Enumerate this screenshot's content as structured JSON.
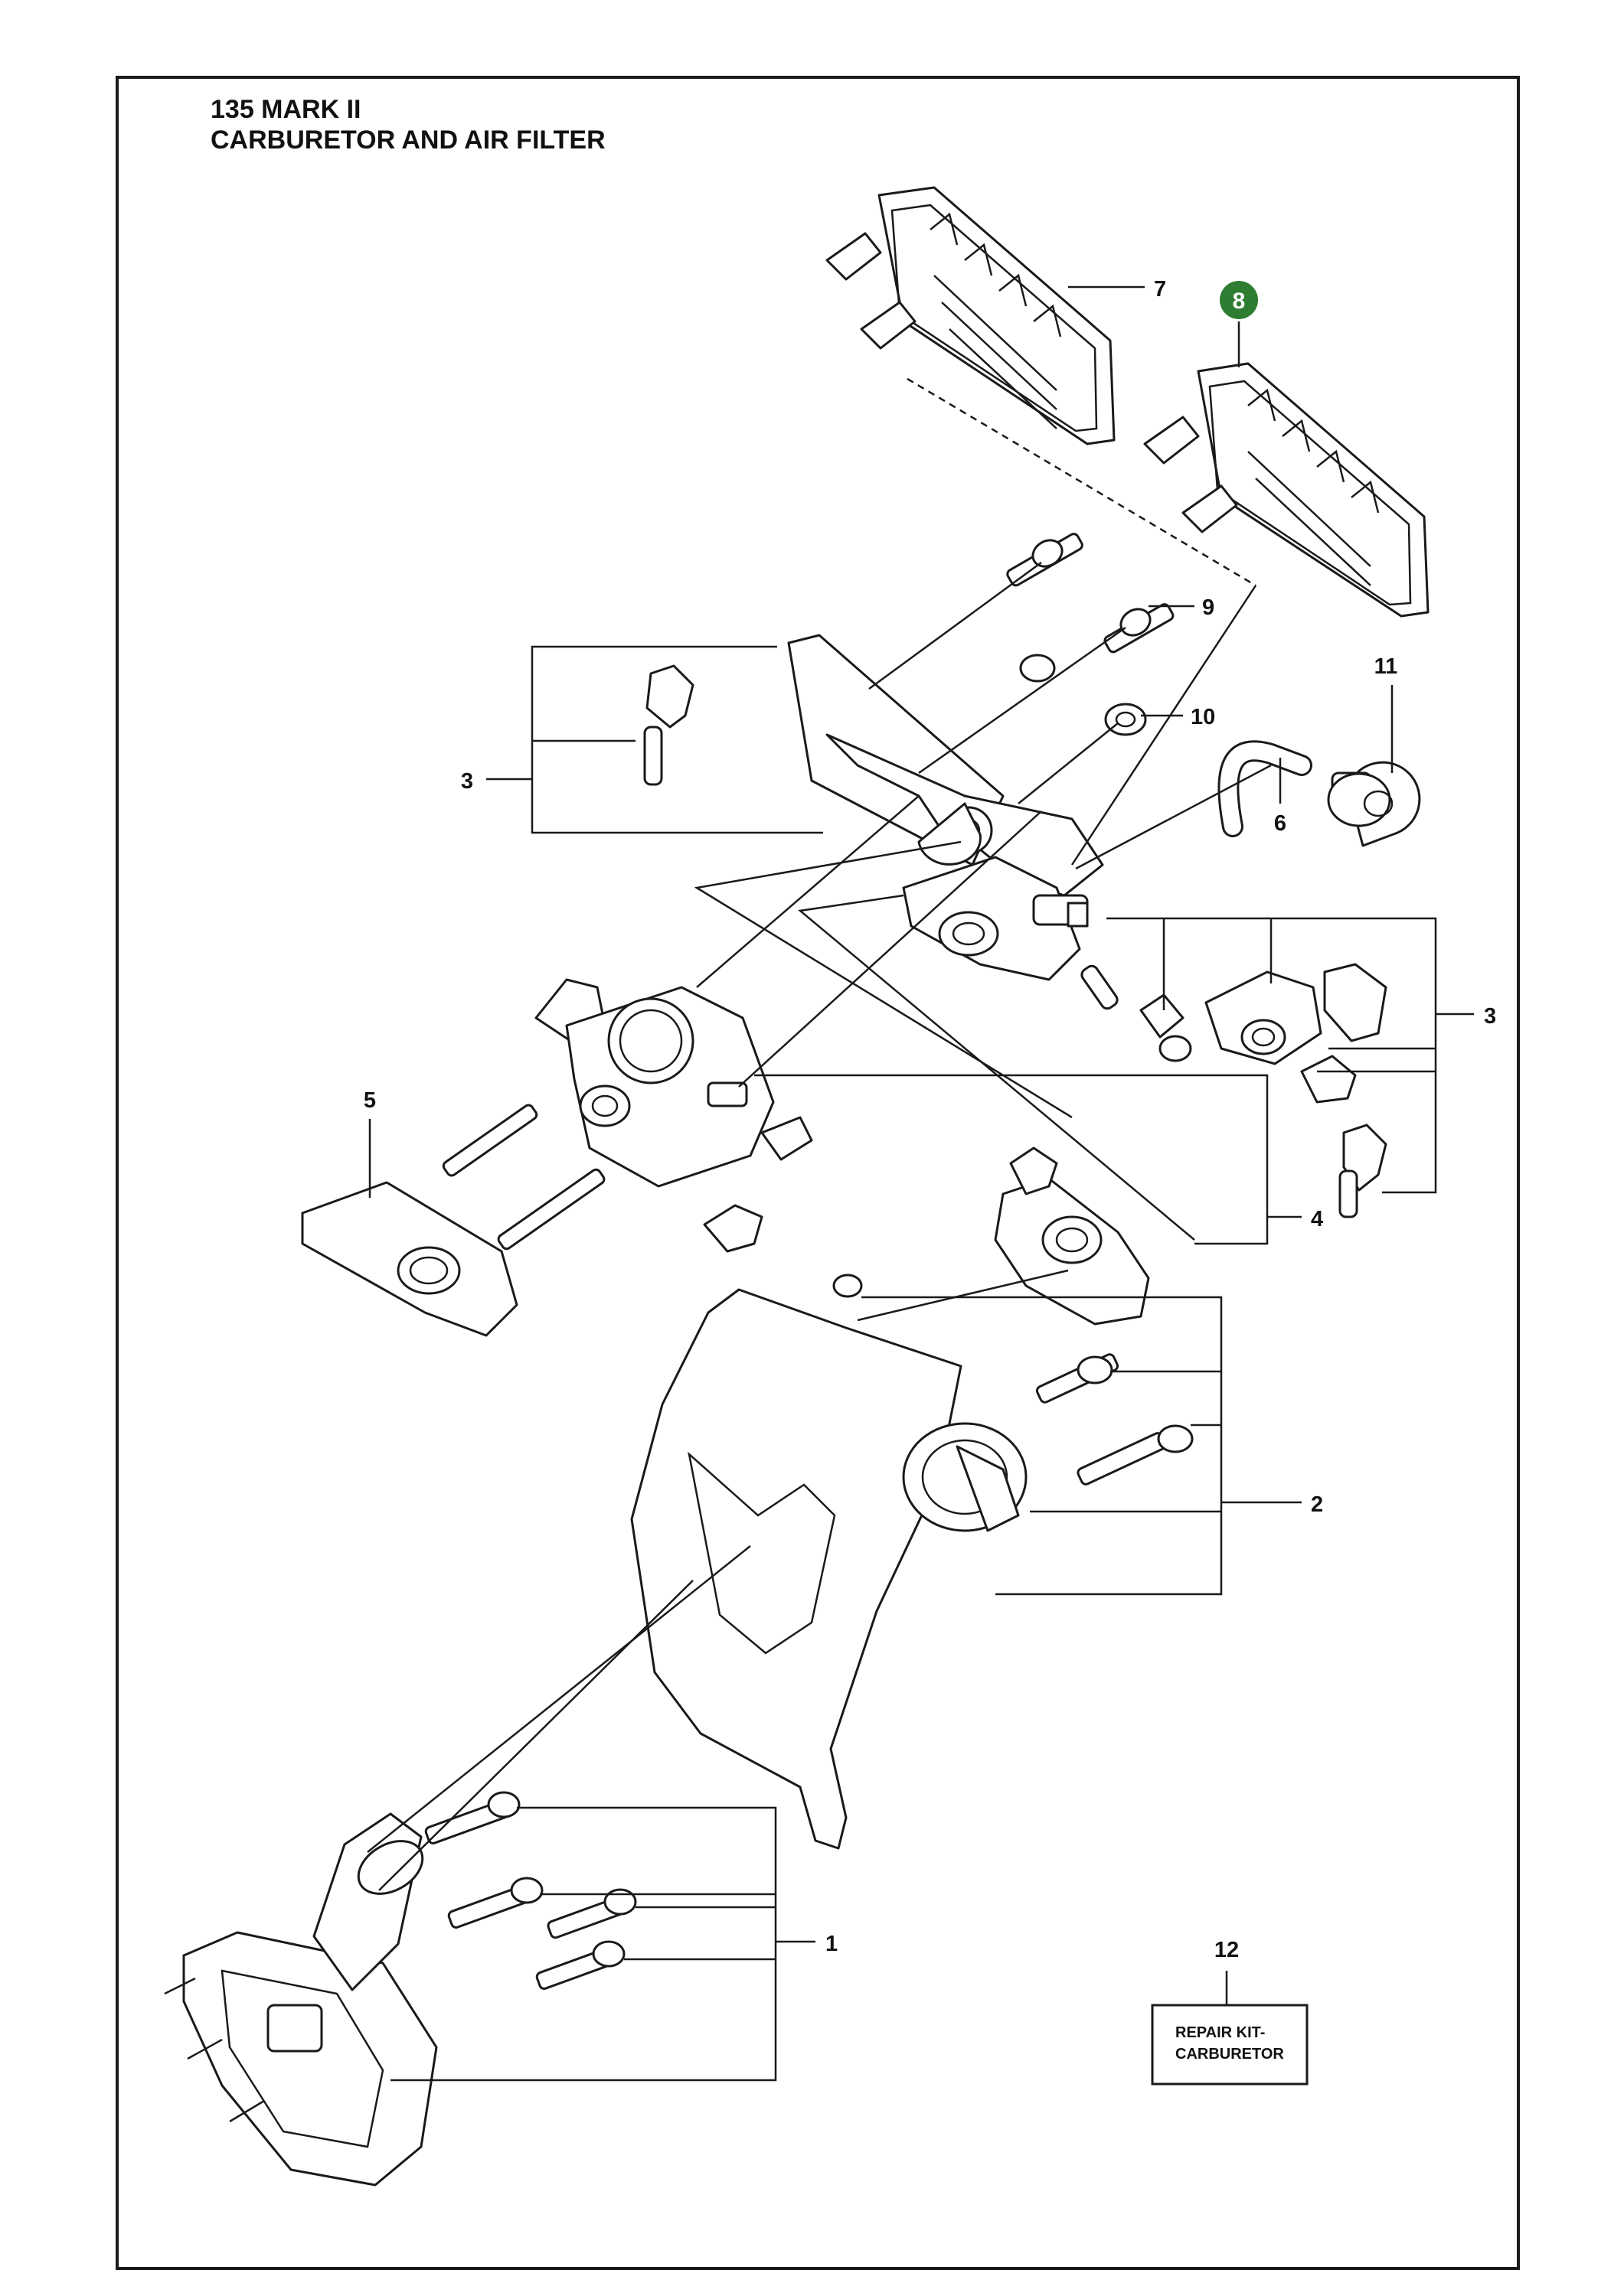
{
  "header": {
    "model": "135 MARK II",
    "section": "CARBURETOR AND AIR FILTER"
  },
  "callouts": {
    "c1": "1",
    "c2": "2",
    "c3a": "3",
    "c3b": "3",
    "c4": "4",
    "c5": "5",
    "c6": "6",
    "c7": "7",
    "c8": "8",
    "c9": "9",
    "c10": "10",
    "c11": "11",
    "c12": "12"
  },
  "repair_kit": {
    "line1": "REPAIR KIT-",
    "line2": "CARBURETOR"
  },
  "colors": {
    "highlight_badge": "#2e7d32",
    "line": "#1a1a1a"
  }
}
